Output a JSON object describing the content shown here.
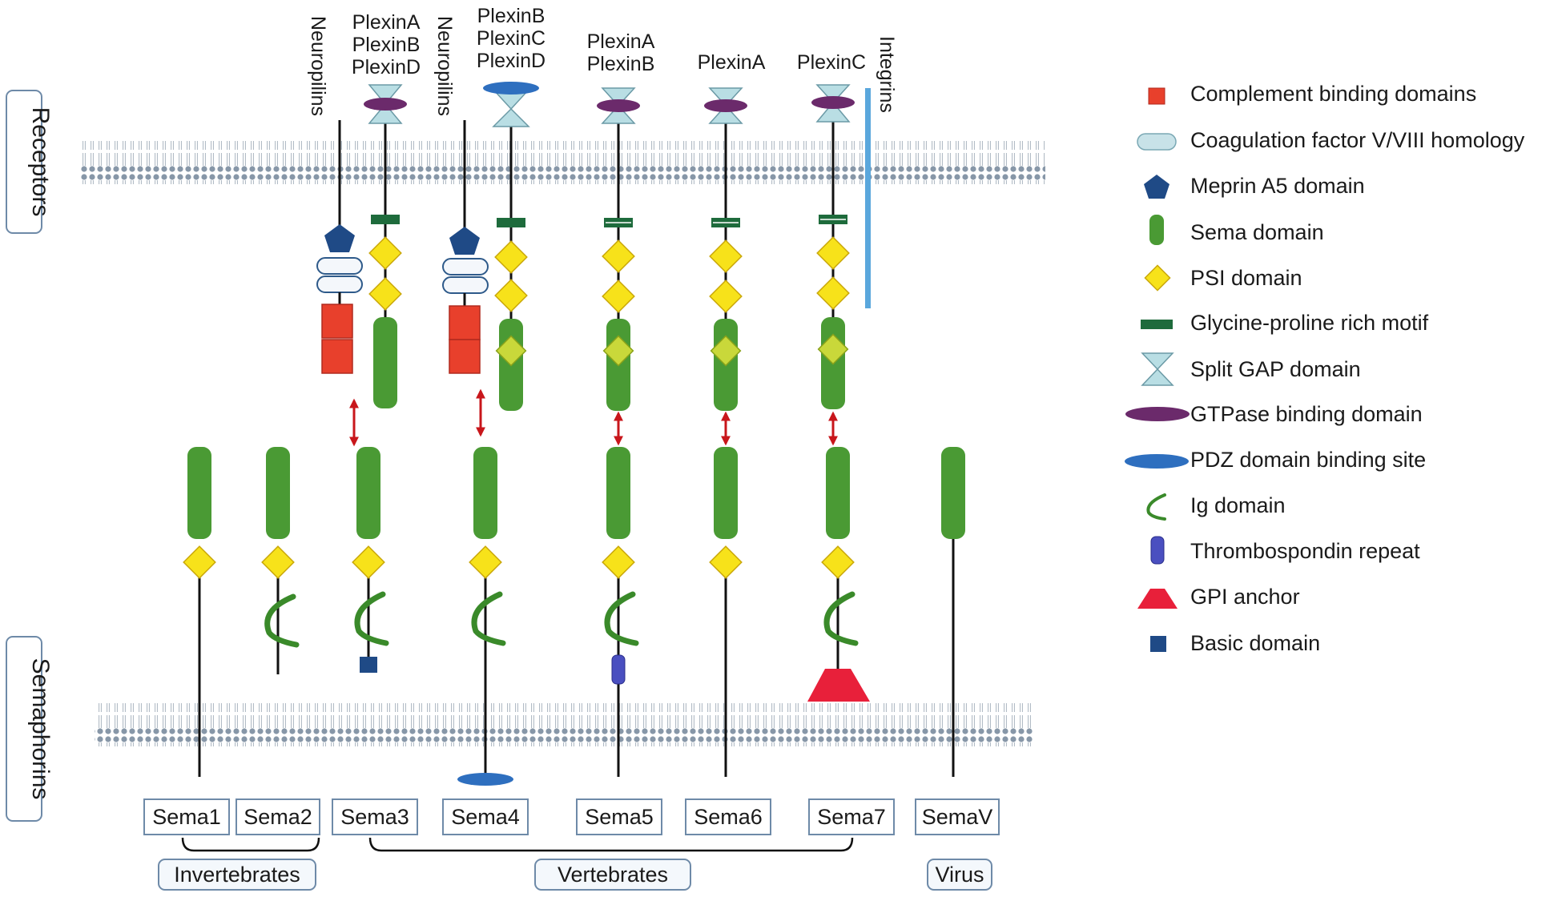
{
  "sections": {
    "receptors": "Receptors",
    "semaphorins": "Semaphorins"
  },
  "receptors": {
    "neuropilins_1": "Neuropilins",
    "plexin_adb": [
      "PlexinA",
      "PlexinB",
      "PlexinD"
    ],
    "neuropilins_2": "Neuropilins",
    "plexin_bcd": [
      "PlexinB",
      "PlexinC",
      "PlexinD"
    ],
    "plexin_ab": [
      "PlexinA",
      "PlexinB"
    ],
    "plexin_a": "PlexinA",
    "plexin_c": "PlexinC",
    "integrins": "Integrins"
  },
  "semaphorins": [
    "Sema1",
    "Sema2",
    "Sema3",
    "Sema4",
    "Sema5",
    "Sema6",
    "Sema7",
    "SemaV"
  ],
  "groups": {
    "invertebrates": "Invertebrates",
    "vertebrates": "Vertebrates",
    "virus": "Virus"
  },
  "legend": [
    {
      "label": "Complement binding domains",
      "icon": "red-square-icon"
    },
    {
      "label": "Coagulation factor V/VIII homology",
      "icon": "light-blue-capsule-icon"
    },
    {
      "label": "Meprin A5 domain",
      "icon": "navy-pentagon-icon"
    },
    {
      "label": "Sema domain",
      "icon": "green-rounded-bar-icon"
    },
    {
      "label": "PSI domain",
      "icon": "yellow-diamond-icon"
    },
    {
      "label": "Glycine-proline rich motif",
      "icon": "dark-green-bar-icon"
    },
    {
      "label": "Split GAP domain",
      "icon": "hourglass-icon"
    },
    {
      "label": "GTPase binding domain",
      "icon": "purple-ellipse-icon"
    },
    {
      "label": "PDZ domain binding site",
      "icon": "blue-ellipse-icon"
    },
    {
      "label": "Ig domain",
      "icon": "green-arc-icon"
    },
    {
      "label": "Thrombospondin repeat",
      "icon": "indigo-capsule-icon"
    },
    {
      "label": "GPI anchor",
      "icon": "red-trapezoid-icon"
    },
    {
      "label": "Basic domain",
      "icon": "navy-square-icon"
    }
  ],
  "colors": {
    "sema_green": "#4a9a34",
    "psi_yellow": "#f7e21a",
    "complement_red": "#e8402c",
    "meprin_navy": "#1f4a86",
    "gtpase_purple": "#6b2a6b",
    "gap_lightblue": "#b9dee4",
    "pdz_blue": "#2e6fbf",
    "gp_darkgreen": "#1e6b3c",
    "integrin_blue": "#5aa7dc",
    "arrow_red": "#c8161b",
    "membrane_grey": "#7f92a6"
  }
}
